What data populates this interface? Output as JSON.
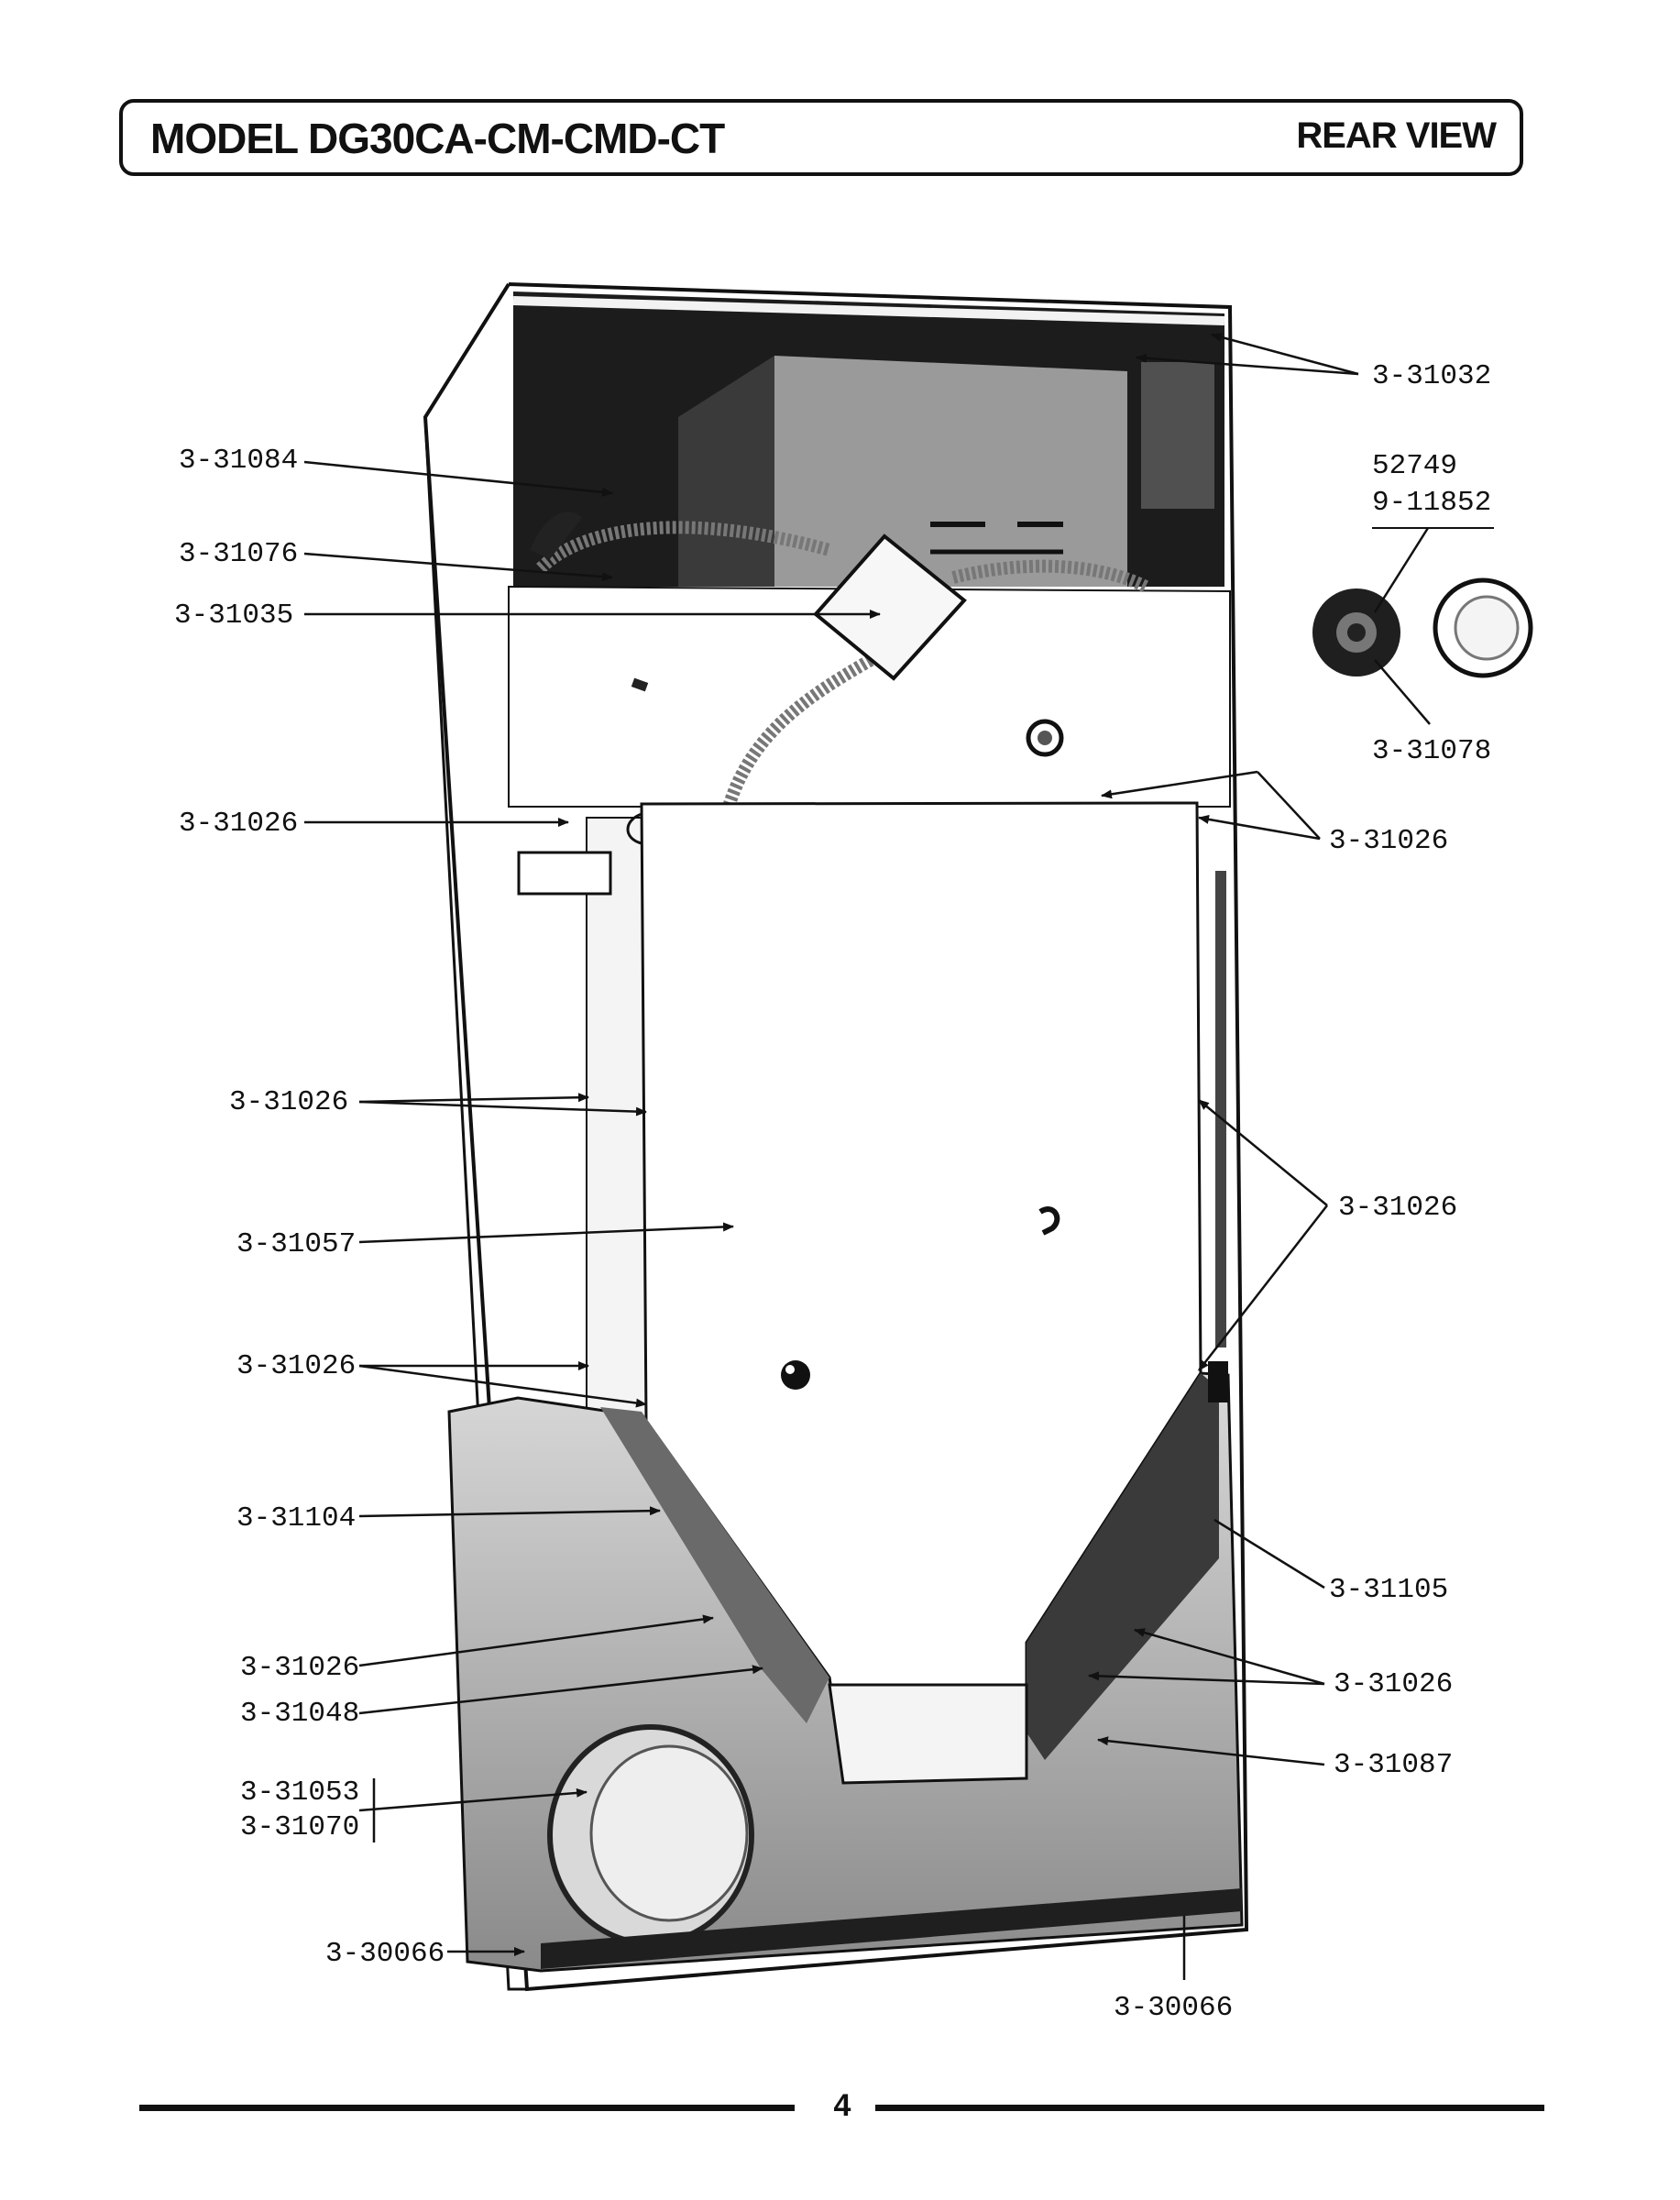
{
  "header": {
    "model": "MODEL DG30CA-CM-CMD-CT",
    "view": "REAR VIEW"
  },
  "callouts": {
    "c31084": "3-31084",
    "c31076": "3-31076",
    "c31035": "3-31035",
    "c31026_a": "3-31026",
    "c31026_b": "3-31026",
    "c31057": "3-31057",
    "c31026_c": "3-31026",
    "c31104": "3-31104",
    "c31026_d": "3-31026",
    "c31048": "3-31048",
    "c31053": "3-31053",
    "c31070": "3-31070",
    "c30066_left": "3-30066",
    "c31032": "3-31032",
    "c52749": "52749",
    "c11852": "9-11852",
    "c31078": "3-31078",
    "c31026_r1": "3-31026",
    "c31026_r2": "3-31026",
    "c31105": "3-31105",
    "c31026_r3": "3-31026",
    "c31087": "3-31087",
    "c30066_bottom": "3-30066"
  },
  "footer": {
    "page_number": "4"
  }
}
